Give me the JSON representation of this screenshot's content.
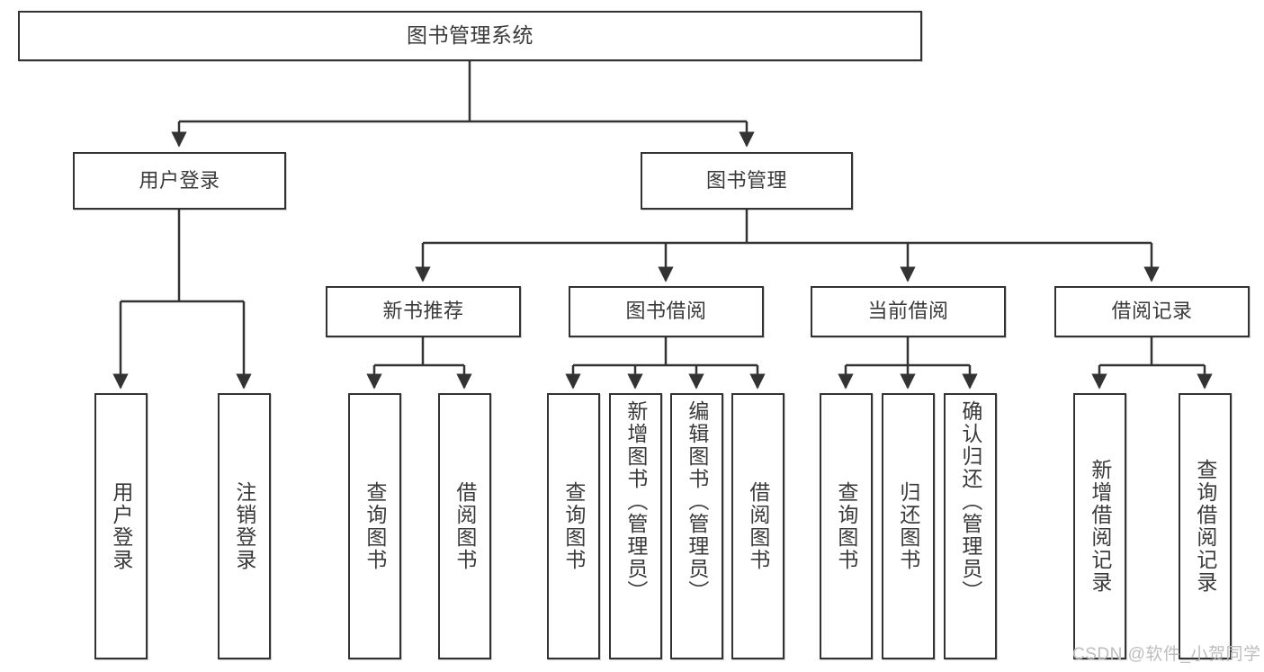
{
  "diagram": {
    "title": "图书管理系统",
    "colors": {
      "background": "#ffffff",
      "node_border": "#333333",
      "node_fill": "#ffffff",
      "text": "#3a3a3a",
      "edge": "#333333",
      "watermark": "#bdbdbd"
    },
    "watermark": "CSDN @软件_小贺同学",
    "nodes": {
      "root": {
        "label": "图书管理系统"
      },
      "user_login": {
        "label": "用户登录"
      },
      "book_manage": {
        "label": "图书管理"
      },
      "new_book_rec": {
        "label": "新书推荐"
      },
      "book_borrow": {
        "label": "图书借阅"
      },
      "current_borrow": {
        "label": "当前借阅"
      },
      "borrow_record": {
        "label": "借阅记录"
      },
      "leaf_user_login": {
        "label": "用户登录"
      },
      "leaf_logout": {
        "label": "注销登录"
      },
      "leaf_query_book_1": {
        "label": "查询图书"
      },
      "leaf_borrow_book_1": {
        "label": "借阅图书"
      },
      "leaf_query_book_2": {
        "label": "查询图书"
      },
      "leaf_add_book": {
        "label": "新增图书（管理员）"
      },
      "leaf_edit_book": {
        "label": "编辑图书（管理员）"
      },
      "leaf_borrow_book_2": {
        "label": "借阅图书"
      },
      "leaf_query_book_3": {
        "label": "查询图书"
      },
      "leaf_return_book": {
        "label": "归还图书"
      },
      "leaf_confirm_return": {
        "label": "确认归还（管理员）"
      },
      "leaf_add_record": {
        "label": "新增借阅记录"
      },
      "leaf_query_record": {
        "label": "查询借阅记录"
      }
    },
    "hierarchy": {
      "图书管理系统": {
        "用户登录": [
          "用户登录",
          "注销登录"
        ],
        "图书管理": {
          "新书推荐": [
            "查询图书",
            "借阅图书"
          ],
          "图书借阅": [
            "查询图书",
            "新增图书（管理员）",
            "编辑图书（管理员）",
            "借阅图书"
          ],
          "当前借阅": [
            "查询图书",
            "归还图书",
            "确认归还（管理员）"
          ],
          "借阅记录": [
            "新增借阅记录",
            "查询借阅记录"
          ]
        }
      }
    }
  }
}
